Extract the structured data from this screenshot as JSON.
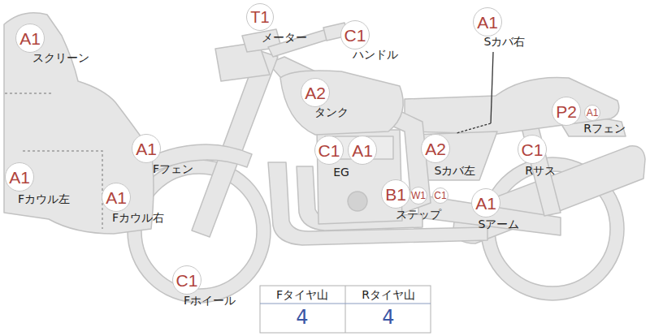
{
  "diagram": {
    "nodes": [
      {
        "text": [
          "A1"
        ]
      },
      {
        "text": [
          "T1"
        ]
      },
      {
        "text": [
          "C1"
        ]
      },
      {
        "text": [
          "A1"
        ]
      },
      {
        "text": [
          "A2"
        ]
      },
      {
        "text": [
          "P2"
        ]
      },
      {
        "text": [
          "A1"
        ]
      },
      {
        "text": [
          "A1"
        ]
      },
      {
        "text": [
          "C1"
        ]
      },
      {
        "text": [
          "A1"
        ]
      },
      {
        "text": [
          "A2"
        ]
      },
      {
        "text": [
          "C1"
        ]
      },
      {
        "text": [
          "A1"
        ]
      },
      {
        "text": [
          "A1"
        ]
      },
      {
        "text": [
          "B1"
        ]
      },
      {
        "text": [
          "W1"
        ]
      },
      {
        "text": [
          "C1"
        ]
      },
      {
        "text": [
          "A1"
        ]
      },
      {
        "text": [
          "C1"
        ]
      }
    ],
    "edges": [],
    "labels": [
      "スクリーン",
      "メーター",
      "ハンドル",
      "Sカバ右",
      "タンク",
      "Rフェン",
      "Fフェン",
      "EG",
      "Sカバ左",
      "Rサス",
      "Fカウル左",
      "Fカウル右",
      "ステップ",
      "Sアーム",
      "Fホイール",
      "Fタイヤ山",
      "Rタイヤ山",
      "4",
      "4"
    ]
  }
}
